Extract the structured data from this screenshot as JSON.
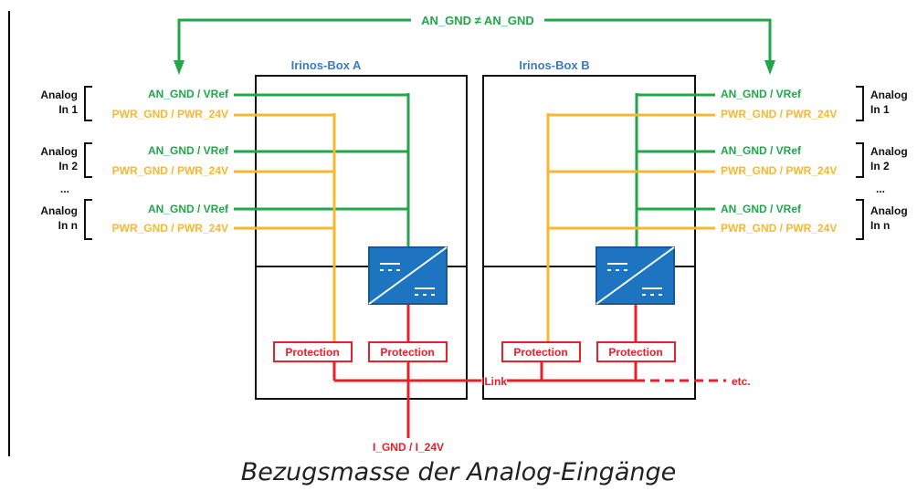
{
  "top_label": "AN_GND ≠ AN_GND",
  "boxes": [
    {
      "title": "Irinos-Box A"
    },
    {
      "title": "Irinos-Box B"
    }
  ],
  "analog_groups_left": [
    {
      "name_line1": "Analog",
      "name_line2": "In 1",
      "an_label": "AN_GND / VRef",
      "pwr_label": "PWR_GND / PWR_24V"
    },
    {
      "name_line1": "Analog",
      "name_line2": "In 2",
      "an_label": "AN_GND / VRef",
      "pwr_label": "PWR_GND / PWR_24V"
    },
    {
      "name_line1": "Analog",
      "name_line2": "In n",
      "an_label": "AN_GND / VRef",
      "pwr_label": "PWR_GND / PWR_24V"
    }
  ],
  "analog_groups_right": [
    {
      "name_line1": "Analog",
      "name_line2": "In 1",
      "an_label": "AN_GND / VRef",
      "pwr_label": "PWR_GND / PWR_24V"
    },
    {
      "name_line1": "Analog",
      "name_line2": "In 2",
      "an_label": "AN_GND / VRef",
      "pwr_label": "PWR_GND / PWR_24V"
    },
    {
      "name_line1": "Analog",
      "name_line2": "In n",
      "an_label": "AN_GND / VRef",
      "pwr_label": "PWR_GND / PWR_24V"
    }
  ],
  "ellipsis": "...",
  "protection_label": "Protection",
  "ilink_label": "ILink",
  "etc_label": "etc.",
  "power_label": "I_GND / I_24V",
  "caption": "Bezugsmasse der Analog-Eingänge",
  "colors": {
    "green": "#1fa74a",
    "orange": "#f7b731",
    "red": "#e8202a",
    "blue": "#1d75c1",
    "title_blue": "#3a7bbf",
    "black": "#111111"
  },
  "icons": [
    "dc-dc-converter-icon"
  ]
}
